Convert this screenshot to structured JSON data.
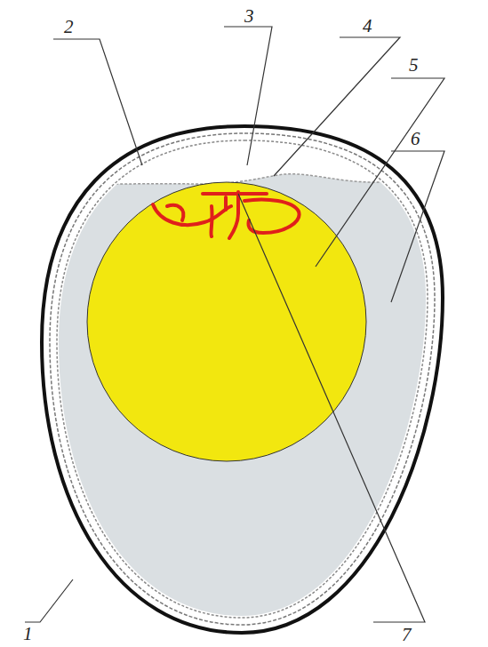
{
  "diagram": {
    "labels": [
      "2",
      "3",
      "4",
      "5",
      "6",
      "1",
      "7"
    ]
  }
}
